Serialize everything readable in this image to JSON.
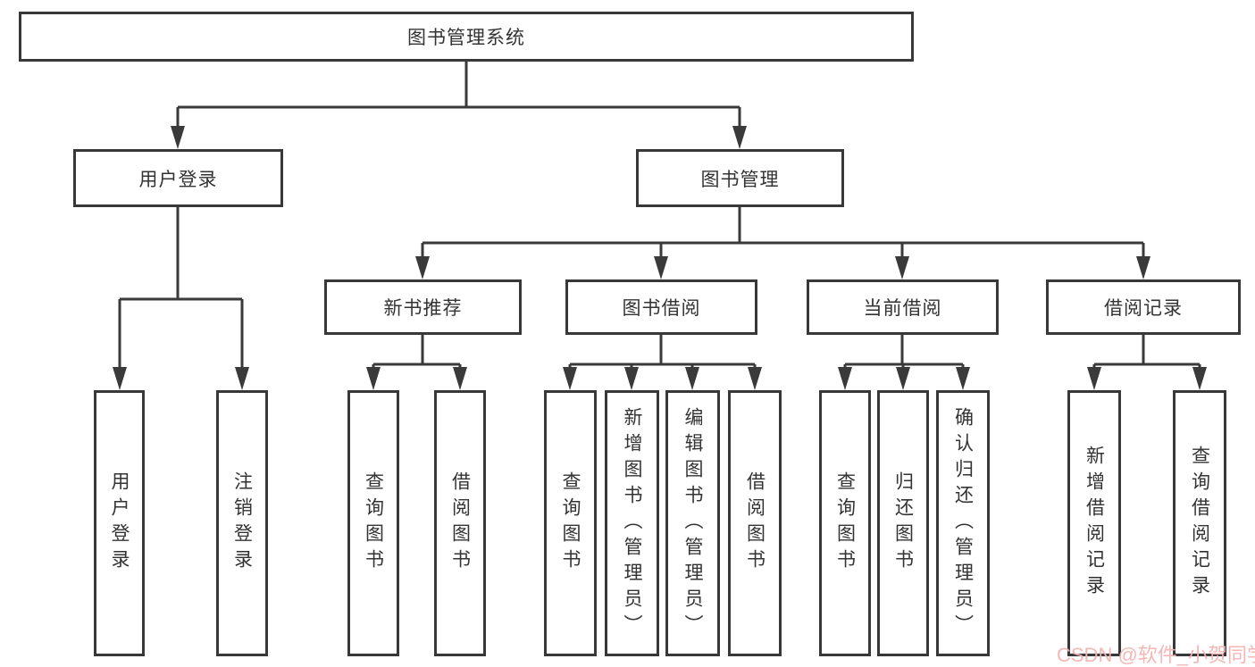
{
  "diagram": {
    "title": "图书管理系统",
    "root": {
      "label": "图书管理系统"
    },
    "level2": {
      "user_login": {
        "label": "用户登录"
      },
      "book_management": {
        "label": "图书管理"
      }
    },
    "level3": {
      "new_book_recommend": {
        "label": "新书推荐"
      },
      "book_borrowing": {
        "label": "图书借阅"
      },
      "current_borrowing": {
        "label": "当前借阅"
      },
      "borrowing_records": {
        "label": "借阅记录"
      }
    },
    "leaves": {
      "user_login": [
        "用户登录",
        "注销登录"
      ],
      "new_book_recommend": [
        "查询图书",
        "借阅图书"
      ],
      "book_borrowing": [
        "查询图书",
        "新增图书（管理员）",
        "编辑图书（管理员）",
        "借阅图书"
      ],
      "current_borrowing": [
        "查询图书",
        "归还图书",
        "确认归还（管理员）"
      ],
      "borrowing_records": [
        "新增借阅记录",
        "查询借阅记录"
      ]
    }
  },
  "watermark": {
    "text": "CSDN @软件_小贺同学",
    "color": "#f4b2b2"
  },
  "colors": {
    "line": "#3a3a3a",
    "border": "#383838",
    "text": "#333333",
    "background": "#ffffff"
  }
}
